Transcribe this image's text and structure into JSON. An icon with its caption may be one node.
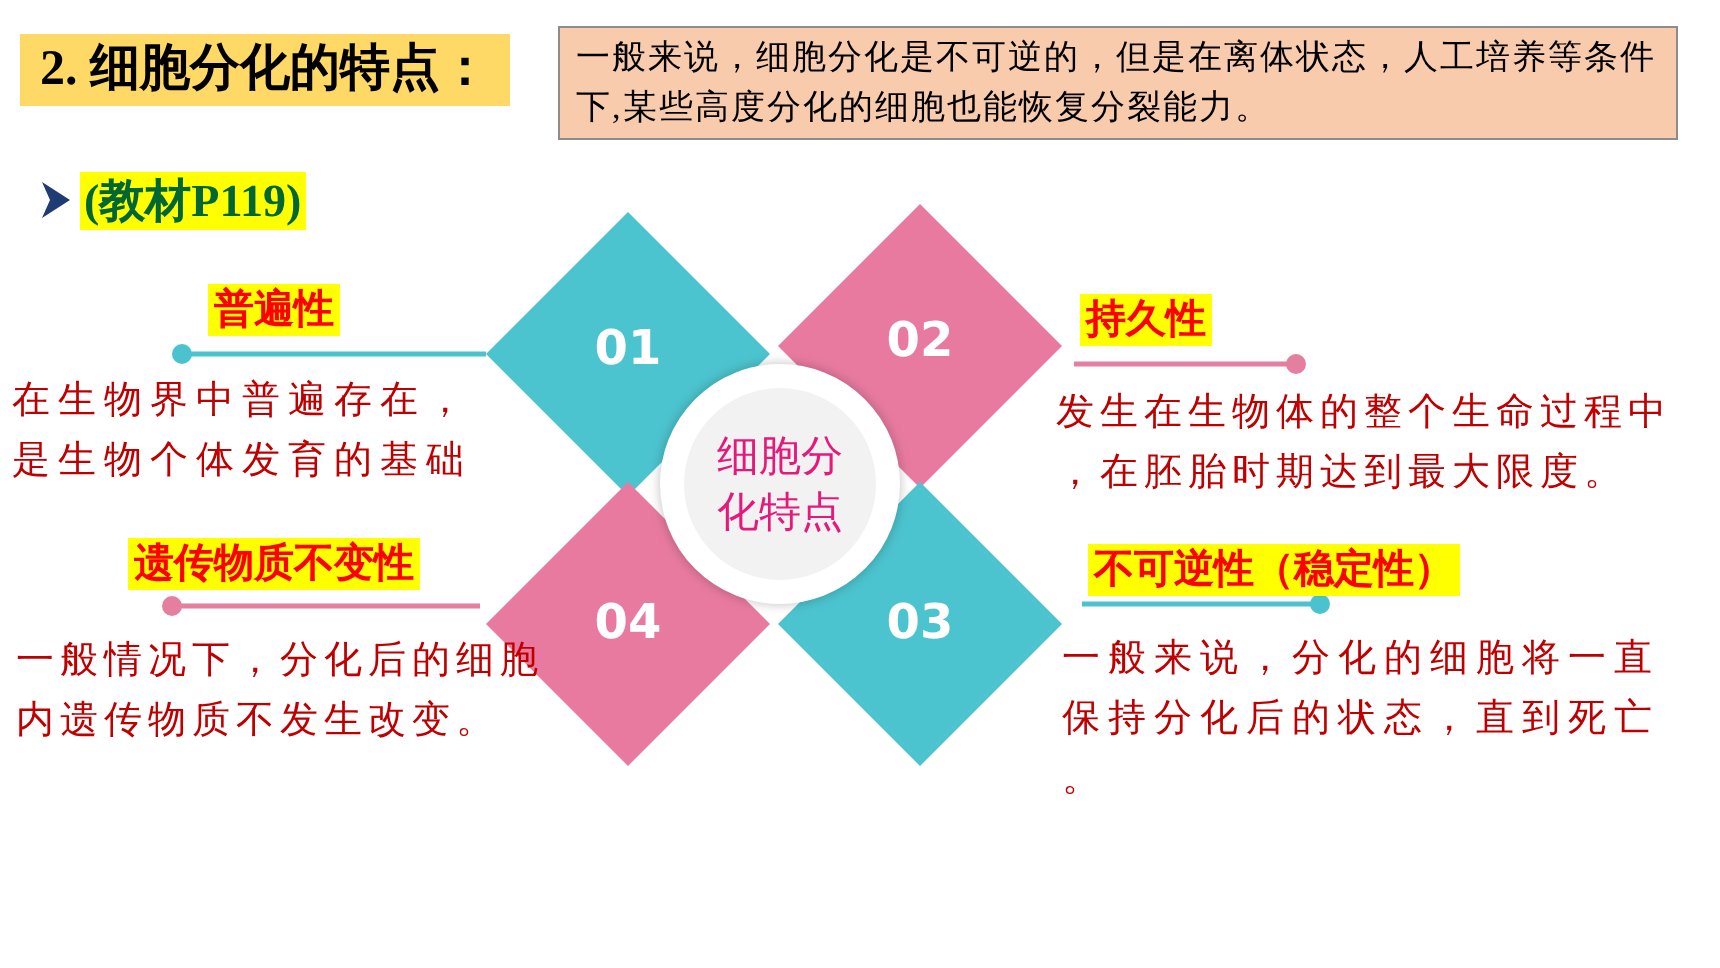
{
  "diagram": {
    "title": "2. 细胞分化的特点：",
    "nodes": [
      {
        "text": [
          "一般来说，细胞分化是不可逆的，但是在离体状态，人工培养等条件下,某些高度分化的细胞也能恢复分裂能力。"
        ]
      },
      {
        "text": [
          "细胞分化特点"
        ]
      },
      {
        "text": [
          "01"
        ]
      },
      {
        "text": [
          "02"
        ]
      },
      {
        "text": [
          "04"
        ]
      },
      {
        "text": [
          "03"
        ]
      }
    ],
    "labels": [
      "(教材P119)",
      "普遍性",
      "在生物界中普遍存在，是生物个体发育的基础",
      "持久性",
      "发生在生物体的整个生命过程中，在胚胎时期达到最大限度。",
      "遗传物质不变性",
      "一般情况下，分化后的细胞内遗传物质不发生改变。",
      "不可逆性（稳定性）",
      "一般来说，分化的细胞将一直保持分化后的状态，直到死亡。"
    ]
  }
}
